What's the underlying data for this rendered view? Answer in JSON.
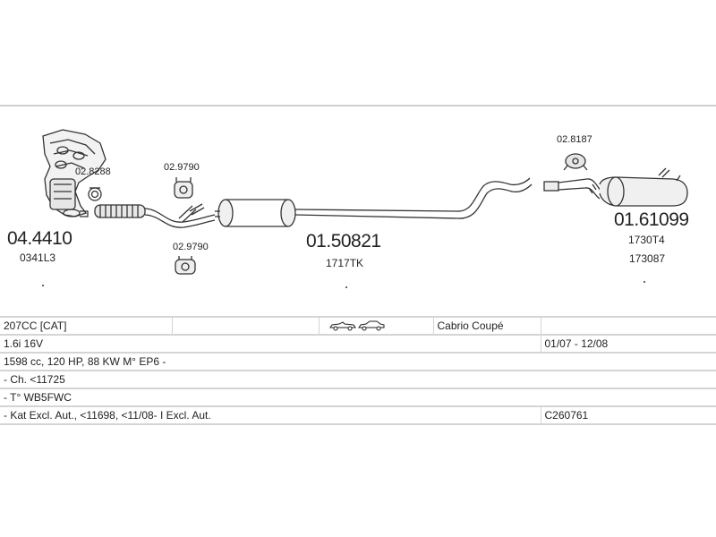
{
  "parts": {
    "manifold_code": "04.4410",
    "manifold_ref": "0341L3",
    "clamp_code": "02.8288",
    "hanger_upper_code": "02.9790",
    "hanger_lower_code": "02.9790",
    "middle_code": "01.50821",
    "middle_ref": "1717TK",
    "rear_hanger_code": "02.8187",
    "rear_code": "01.61099",
    "rear_ref1": "1730T4",
    "rear_ref2": "173087"
  },
  "spec": {
    "model": "207CC  [CAT]",
    "body_type": "Cabrio Coupé",
    "engine": "1.6i 16V",
    "years": "01/07 - 12/08",
    "details": "1598 cc, 120 HP, 88 KW M° EP6 -",
    "chassis": "- Ch. <11725",
    "type_code": "- T° WB5FWC",
    "notes": "- Kat Excl. Aut., <11698, <11/08- I Excl. Aut.",
    "ref": "C260761"
  },
  "icons": [
    "convertible-car-icon",
    "coupe-car-icon"
  ]
}
